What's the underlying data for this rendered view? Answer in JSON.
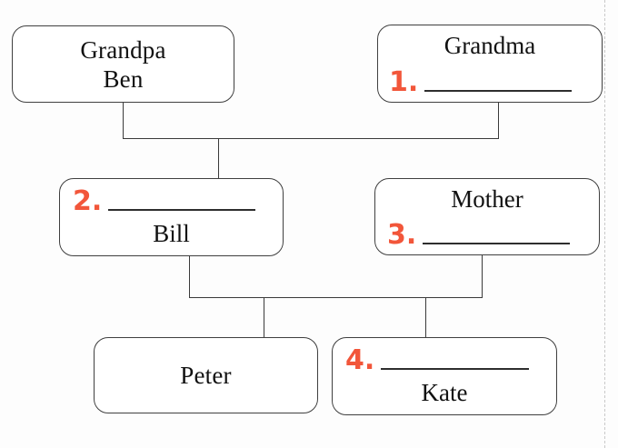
{
  "worksheet": {
    "type": "family-tree",
    "accent_color": "#f2563a",
    "ink_color": "#2e2e2e",
    "background_color": "#fdfdfd"
  },
  "nodes": {
    "grandpa": {
      "name": "Grandpa\nBen",
      "role": "grandfather"
    },
    "grandma": {
      "name": "Grandma",
      "blank_number": "1.",
      "blank_answer": "",
      "role": "grandmother"
    },
    "father": {
      "blank_number": "2.",
      "blank_answer": "",
      "name": "Bill",
      "role": "father"
    },
    "mother": {
      "name": "Mother",
      "blank_number": "3.",
      "blank_answer": "",
      "role": "mother"
    },
    "son": {
      "name": "Peter",
      "role": "son"
    },
    "daughter": {
      "blank_number": "4.",
      "blank_answer": "",
      "name": "Kate",
      "role": "daughter"
    }
  }
}
